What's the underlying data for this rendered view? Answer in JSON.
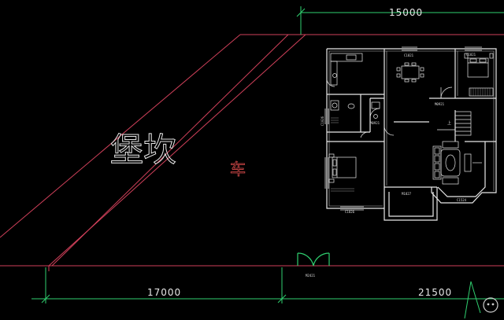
{
  "plan": {
    "dimension_top": "15000",
    "dimension_bottom_left": "17000",
    "dimension_bottom_right": "21500",
    "label_retaining_wall": "堡坎",
    "label_car": "车",
    "door_main": "M2421",
    "window_top_left": "C1821",
    "window_top_right": "C1821",
    "door_bedroom_right": "M0921",
    "door_bath": "M0921",
    "door_porch": "M1827",
    "window_bottom": "C1826",
    "window_bay": "C1524",
    "window_side": "C1026",
    "stair_label": "上",
    "colors": {
      "background": "#000000",
      "wall": "#e8e8e8",
      "boundary": "#d0405a",
      "dimension": "#2fcf6f",
      "furniture": "#e8e8e8"
    }
  }
}
